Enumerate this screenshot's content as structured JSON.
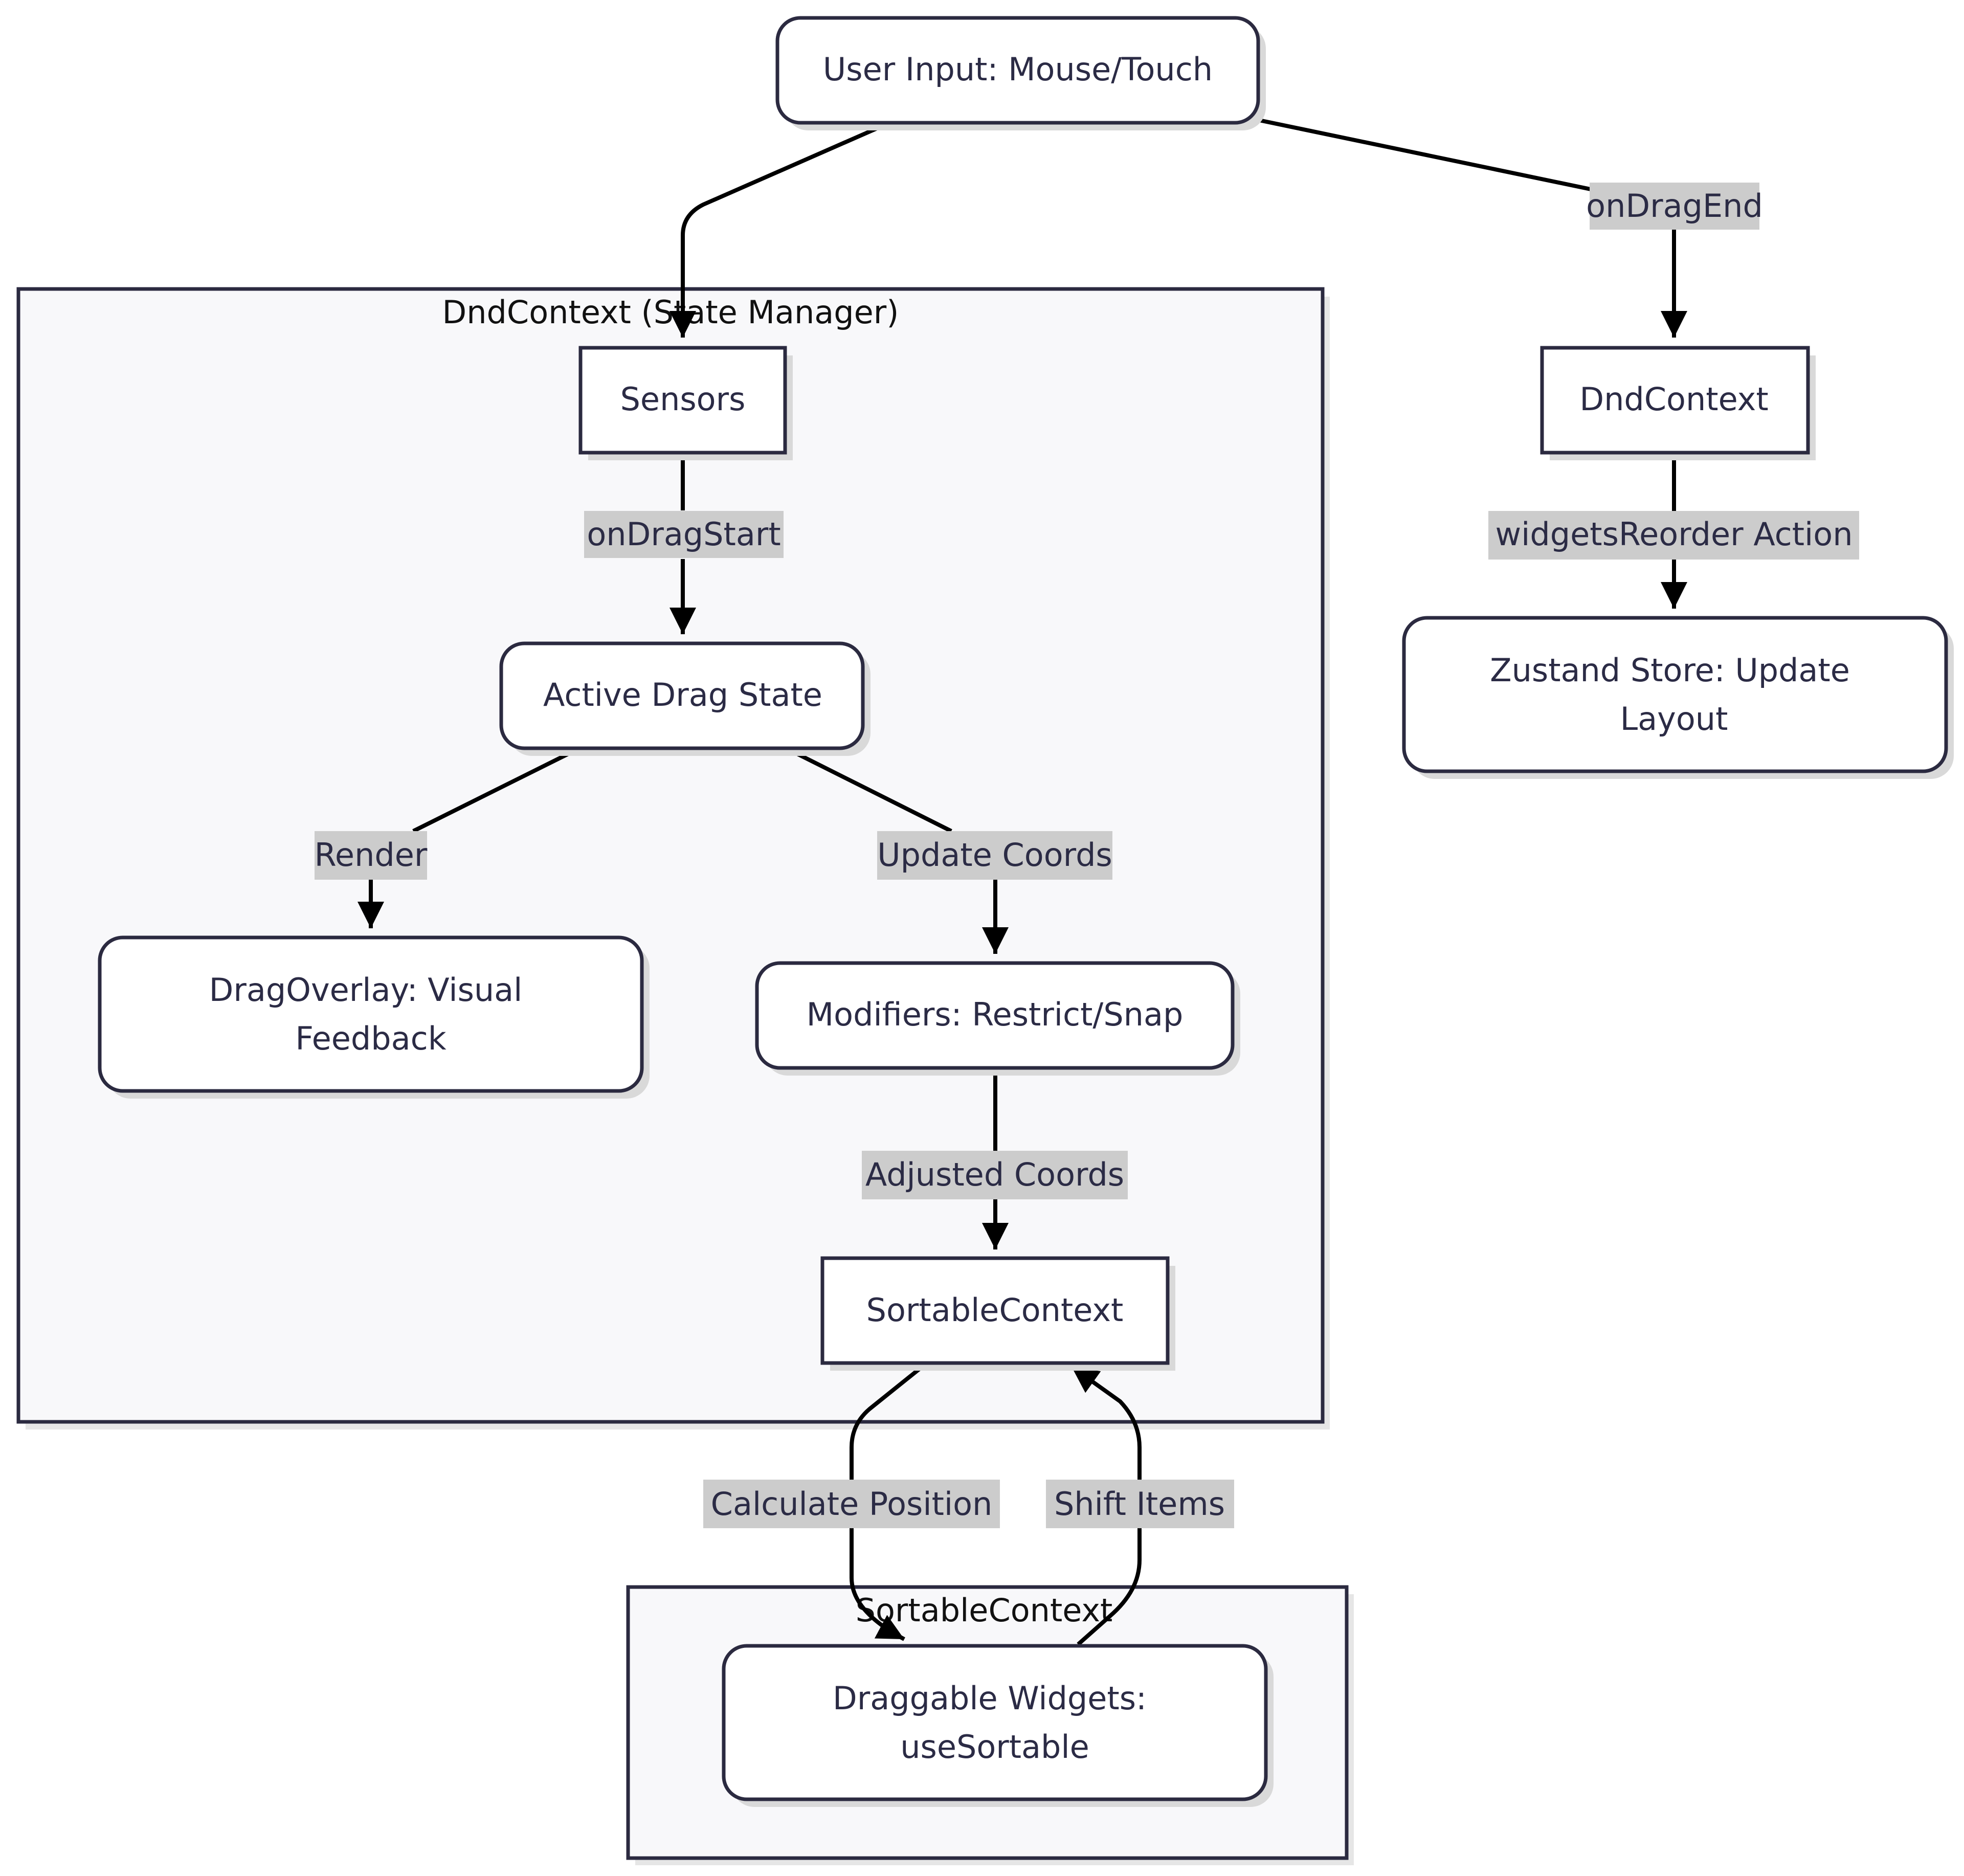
{
  "clusters": {
    "state_manager": {
      "title": "DndContext (State Manager)"
    },
    "sortable": {
      "title": "SortableContext"
    }
  },
  "nodes": {
    "user_input": {
      "lines": [
        "User Input: Mouse/Touch"
      ],
      "shape": "rounded"
    },
    "sensors": {
      "lines": [
        "Sensors"
      ],
      "shape": "rect"
    },
    "active_drag": {
      "lines": [
        "Active Drag State"
      ],
      "shape": "rounded"
    },
    "drag_overlay": {
      "lines": [
        "DragOverlay: Visual",
        "Feedback"
      ],
      "shape": "rounded"
    },
    "modifiers": {
      "lines": [
        "Modifiers: Restrict/Snap"
      ],
      "shape": "rounded"
    },
    "sortable_ctx": {
      "lines": [
        "SortableContext"
      ],
      "shape": "rect"
    },
    "dnd_context": {
      "lines": [
        "DndContext"
      ],
      "shape": "rect"
    },
    "zustand": {
      "lines": [
        "Zustand Store: Update",
        "Layout"
      ],
      "shape": "rounded"
    },
    "draggable": {
      "lines": [
        "Draggable Widgets:",
        "useSortable"
      ],
      "shape": "rounded"
    }
  },
  "edges": {
    "user_to_sensors": {
      "from": "User Input: Mouse/Touch",
      "to": "Sensors",
      "label": ""
    },
    "user_to_dnd": {
      "from": "User Input: Mouse/Touch",
      "to": "DndContext",
      "label": "onDragEnd"
    },
    "sensors_to_active": {
      "from": "Sensors",
      "to": "Active Drag State",
      "label": "onDragStart"
    },
    "active_to_overlay": {
      "from": "Active Drag State",
      "to": "DragOverlay: Visual Feedback",
      "label": "Render"
    },
    "active_to_modifiers": {
      "from": "Active Drag State",
      "to": "Modifiers: Restrict/Snap",
      "label": "Update Coords"
    },
    "modifiers_to_sortable": {
      "from": "Modifiers: Restrict/Snap",
      "to": "SortableContext",
      "label": "Adjusted Coords"
    },
    "dnd_to_zustand": {
      "from": "DndContext",
      "to": "Zustand Store: Update Layout",
      "label": "widgetsReorder Action"
    },
    "sortable_to_draggable": {
      "from": "SortableContext",
      "to": "Draggable Widgets: useSortable",
      "label": "Calculate Position"
    },
    "draggable_to_sortable": {
      "from": "Draggable Widgets: useSortable",
      "to": "SortableContext",
      "label": "Shift Items"
    }
  },
  "colors": {
    "node_fill": "#ffffff",
    "node_stroke": "#2b2a40",
    "cluster_fill": "#f8f8fa",
    "edge": "#000000",
    "edge_label_bg": "#cccccc",
    "text": "#2b2b45"
  }
}
